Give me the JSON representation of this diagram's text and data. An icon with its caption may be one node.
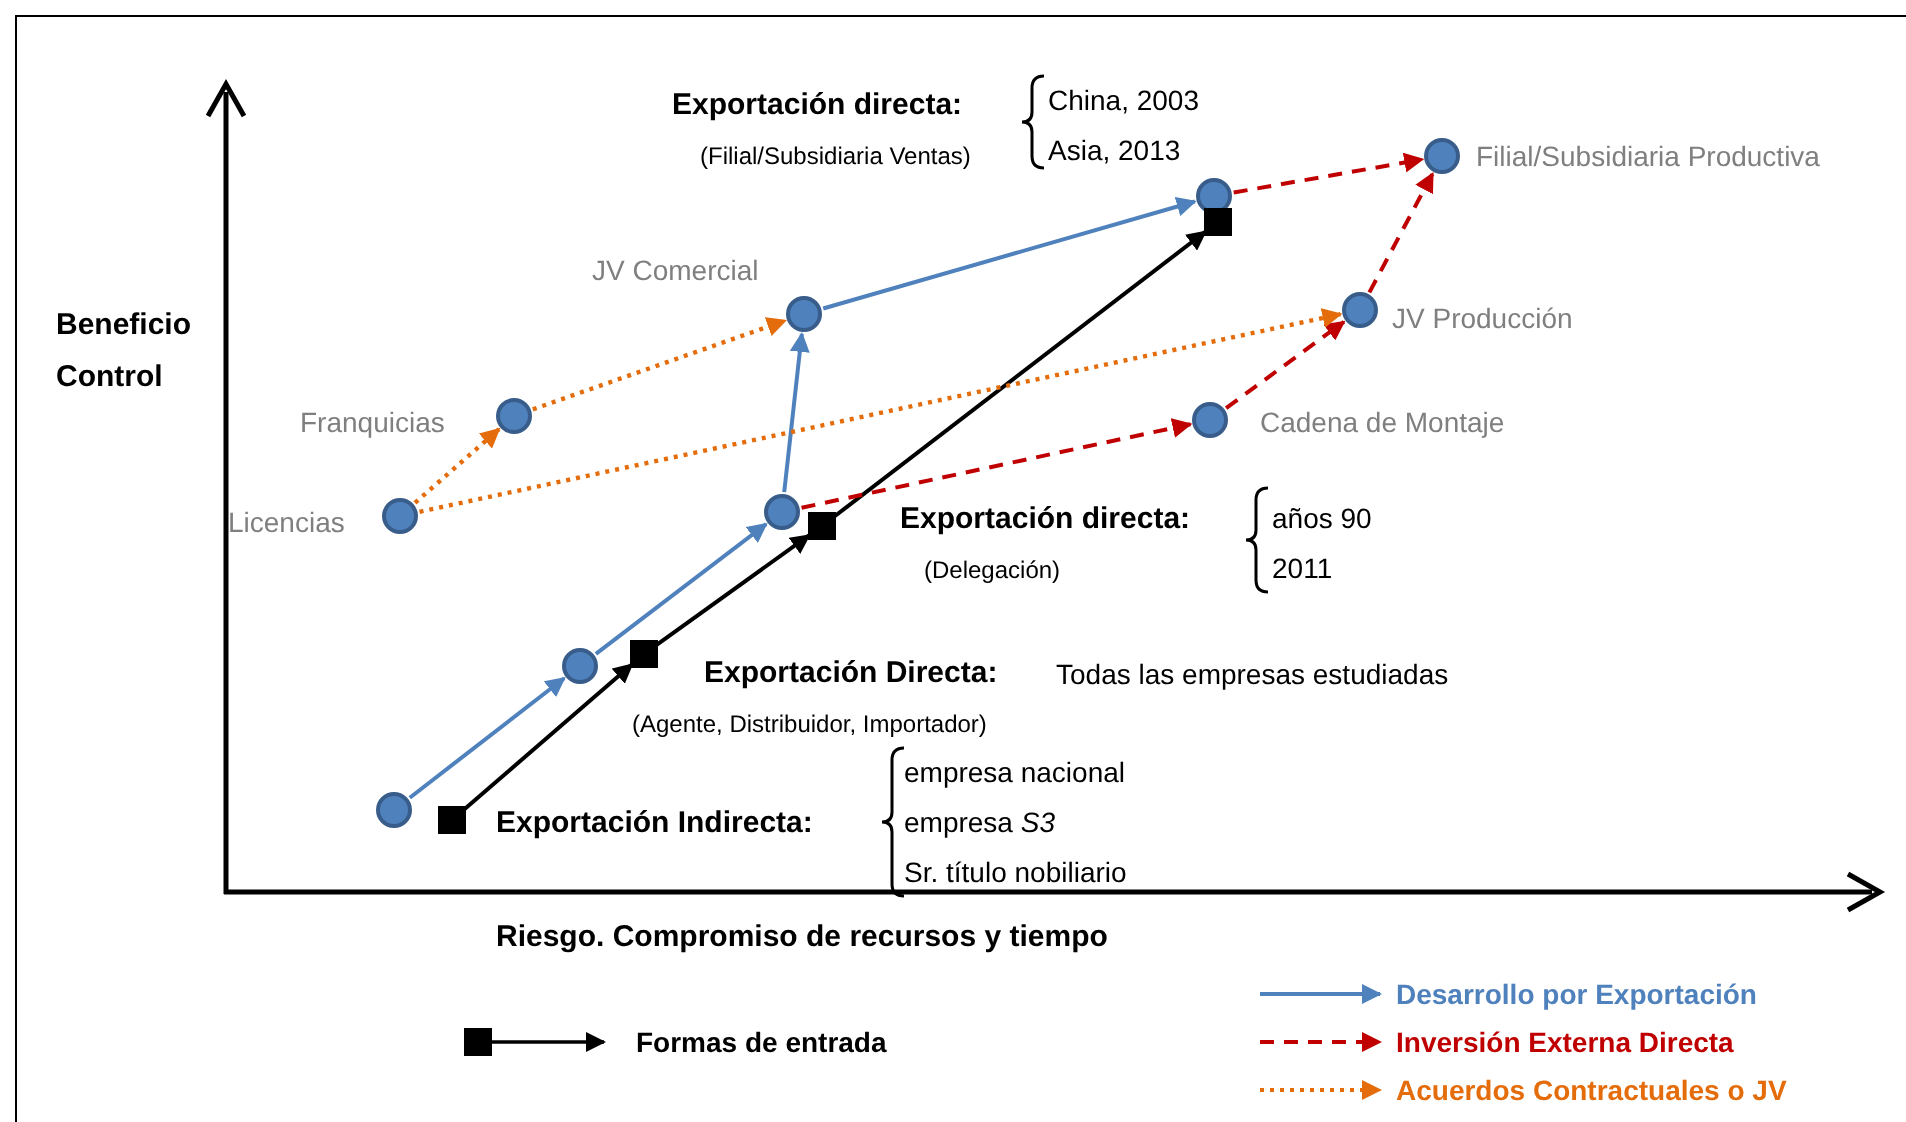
{
  "diagram": {
    "nodes": [
      {
        "text": [],
        "shape": "circle"
      },
      {
        "text": [],
        "shape": "circle"
      },
      {
        "text": [],
        "shape": "circle"
      },
      {
        "text": [],
        "shape": "circle",
        "beside": [
          "JV Comercial"
        ]
      },
      {
        "text": [],
        "shape": "circle"
      },
      {
        "text": [],
        "shape": "circle",
        "beside": [
          "Filial/Subsidiaria Productiva"
        ]
      },
      {
        "text": [],
        "shape": "circle",
        "beside": [
          "JV Producción"
        ]
      },
      {
        "text": [],
        "shape": "circle",
        "beside": [
          "Cadena de Montaje"
        ]
      },
      {
        "text": [],
        "shape": "circle",
        "beside": [
          "Franquicias"
        ]
      },
      {
        "text": [],
        "shape": "circle",
        "beside": [
          "Licencias"
        ]
      },
      {
        "text": [],
        "shape": "box",
        "beside": [
          "Exportación Indirecta:"
        ]
      },
      {
        "text": [],
        "shape": "box",
        "beside": [
          "Exportación Directa:"
        ]
      },
      {
        "text": [],
        "shape": "box",
        "beside": [
          "Exportación directa:",
          "(Delegación)"
        ]
      },
      {
        "text": [],
        "shape": "box",
        "beside": [
          "Exportación directa:",
          "(Filial/Subsidiaria Ventas)"
        ]
      }
    ],
    "edges": [
      {
        "from": 0,
        "to": 1,
        "arrow": "to",
        "color": "#4f81bd"
      },
      {
        "from": 1,
        "to": 2,
        "arrow": "to",
        "color": "#4f81bd"
      },
      {
        "from": 2,
        "to": 3,
        "arrow": "to",
        "color": "#4f81bd"
      },
      {
        "from": 3,
        "to": 4,
        "arrow": "to",
        "color": "#4f81bd"
      },
      {
        "from": 10,
        "to": 11,
        "arrow": "to",
        "color": "#000000"
      },
      {
        "from": 11,
        "to": 12,
        "arrow": "to",
        "color": "#000000"
      },
      {
        "from": 12,
        "to": 13,
        "arrow": "to",
        "color": "#000000"
      },
      {
        "from": 2,
        "to": 7,
        "arrow": "to",
        "style": "dashed",
        "color": "#c00000"
      },
      {
        "from": 7,
        "to": 6,
        "arrow": "to",
        "style": "dashed",
        "color": "#c00000"
      },
      {
        "from": 6,
        "to": 5,
        "arrow": "to",
        "style": "dashed",
        "color": "#c00000"
      },
      {
        "from": 4,
        "to": 5,
        "arrow": "to",
        "style": "dashed",
        "color": "#c00000"
      },
      {
        "from": 9,
        "to": 8,
        "arrow": "to",
        "style": "dashed",
        "color": "#e46c0a"
      },
      {
        "from": 8,
        "to": 3,
        "arrow": "to",
        "style": "dashed",
        "color": "#e46c0a"
      },
      {
        "from": 9,
        "to": 6,
        "arrow": "to",
        "style": "dashed",
        "color": "#e46c0a"
      }
    ],
    "labels": [
      "China, 2003",
      "Asia, 2013",
      "Beneficio Control",
      "años 90",
      "2011",
      "Todas las empresas estudiadas",
      "(Agente, Distribuidor, Importador)",
      "empresa nacional",
      "empresa *S3*",
      "Sr. título nobiliario",
      "Riesgo. Compromiso de recursos y tiempo"
    ],
    "legend": [
      {
        "text": "Desarrollo por Exportación",
        "color": "#4f81bd"
      },
      {
        "text": "Formas de entrada"
      },
      {
        "text": "Inversión Externa Directa",
        "color": "#c00000"
      },
      {
        "text": "Acuerdos Contractuales o JV",
        "color": "#e46c0a"
      }
    ]
  }
}
